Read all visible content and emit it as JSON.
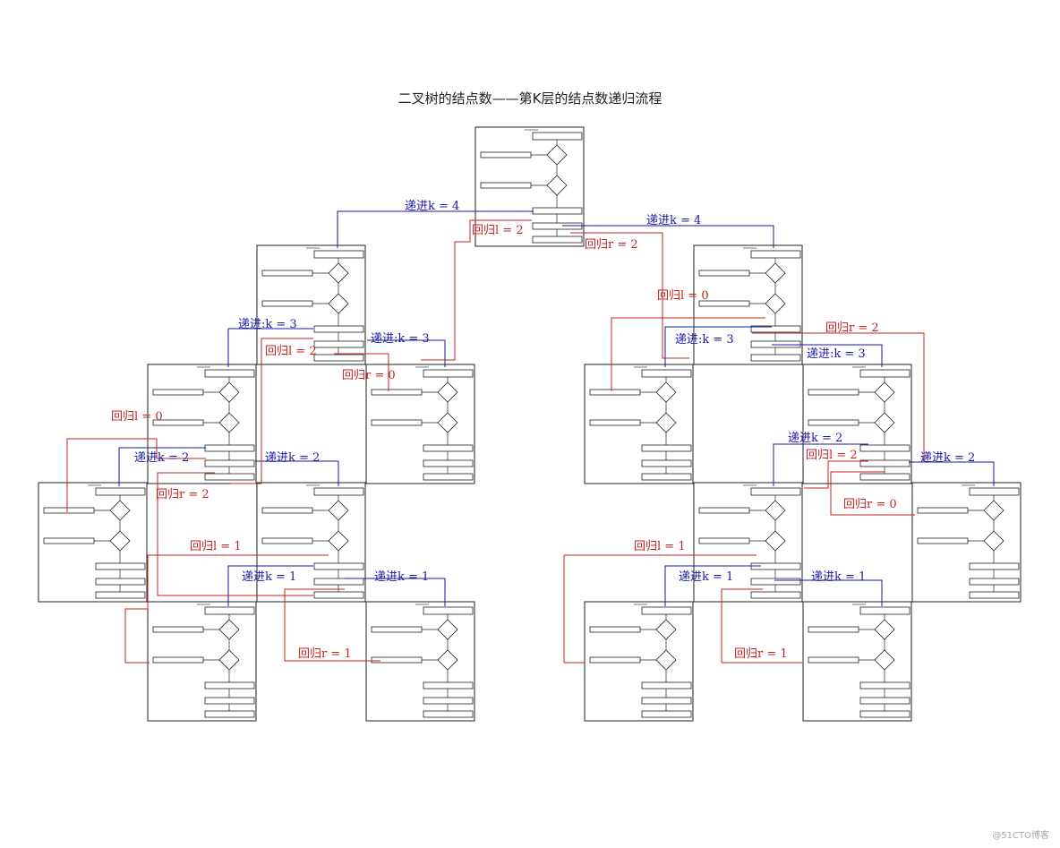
{
  "title": "二叉树的结点数——第K层的结点数递归流程",
  "watermark": "@51CTO博客",
  "colors": {
    "descend": "#1a1aa6",
    "return": "#c42020",
    "frame": "#222222"
  },
  "frames": [
    {
      "id": "root"
    },
    {
      "id": "l1-left"
    },
    {
      "id": "l1-right"
    },
    {
      "id": "l2-a"
    },
    {
      "id": "l2-b"
    },
    {
      "id": "l2-c"
    },
    {
      "id": "l2-d"
    },
    {
      "id": "l3-a"
    },
    {
      "id": "l3-b"
    },
    {
      "id": "l3-c"
    },
    {
      "id": "l3-d"
    },
    {
      "id": "l4-a"
    },
    {
      "id": "l4-b"
    },
    {
      "id": "l4-c"
    },
    {
      "id": "l4-d"
    }
  ],
  "labels": {
    "d_k4_left": "递进k = 4",
    "d_k4_right": "递进k = 4",
    "r_l2_root": "回归l = 2",
    "r_r2_root": "回归r = 2",
    "d_k3_a": "递进:k = 3",
    "d_k3_b": "递进:k = 3",
    "r_l2_left": "回归l = 2",
    "r_r0_left": "回归r = 0",
    "r_l0_right": "回归l = 0",
    "r_r2_right": "回归r = 2",
    "d_k3_c": "递进:k = 3",
    "d_k3_d": "递进:k = 3",
    "r_l0_a": "回归l = 0",
    "d_k2_a": "递进k = 2",
    "d_k2_b": "递进k = 2",
    "r_r2_a": "回归r = 2",
    "d_k2_c": "递进k = 2",
    "r_l2_c": "回归l = 2",
    "r_r0_c": "回归r = 0",
    "d_k2_d": "递进k = 2",
    "r_l1_a": "回归l = 1",
    "d_k1_a": "递进k = 1",
    "d_k1_b": "递进k = 1",
    "r_r1_a": "回归r = 1",
    "r_l1_b": "回归l = 1",
    "d_k1_c": "递进k = 1",
    "d_k1_d": "递进k = 1",
    "r_r1_b": "回归r = 1"
  }
}
